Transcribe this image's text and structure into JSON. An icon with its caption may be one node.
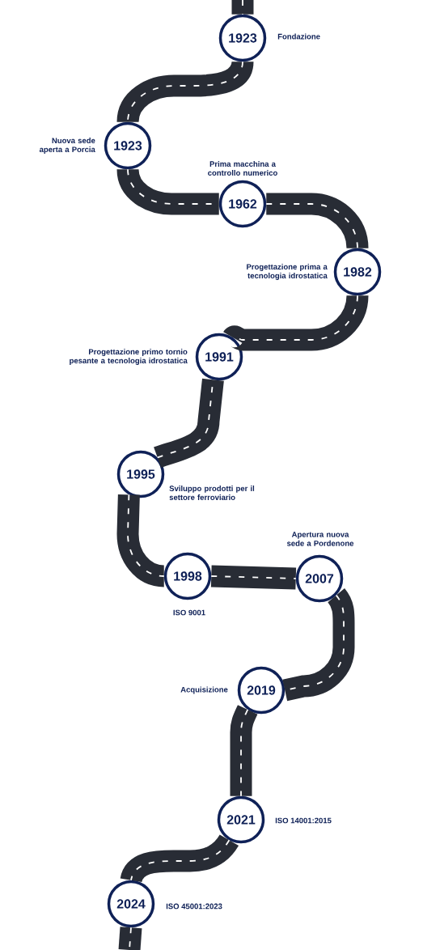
{
  "diagram": {
    "nodes": [
      {
        "text": [
          "1923"
        ],
        "beside": [
          "Fondazione"
        ]
      },
      {
        "text": [
          "1923"
        ],
        "beside": [
          "Nuova sede aperta a Porcia"
        ]
      },
      {
        "text": [
          "1962"
        ],
        "beside": [
          "Prima macchina a controllo numerico"
        ]
      },
      {
        "text": [
          "1982"
        ],
        "beside": [
          "Progettazione prima a tecnologia idrostatica"
        ]
      },
      {
        "text": [
          "1991"
        ],
        "beside": [
          "Progettazione primo tornio pesante a tecnologia idrostatica"
        ]
      },
      {
        "text": [
          "1995"
        ],
        "beside": [
          "Sviluppo prodotti per il settore ferroviario"
        ]
      },
      {
        "text": [
          "1998"
        ],
        "beside": [
          "ISO 9001"
        ]
      },
      {
        "text": [
          "2007"
        ],
        "beside": [
          "Apertura nuova sede a Pordenone"
        ]
      },
      {
        "text": [
          "2019"
        ],
        "beside": [
          "Acquisizione"
        ]
      },
      {
        "text": [
          "2021"
        ],
        "beside": [
          "ISO 14001:2015"
        ]
      },
      {
        "text": [
          "2024"
        ],
        "beside": [
          "ISO 45001:2023"
        ]
      }
    ],
    "edges": [
      {
        "from": null,
        "to": 0,
        "arrow": "none"
      },
      {
        "from": 0,
        "to": 1,
        "arrow": "none"
      },
      {
        "from": 1,
        "to": 2,
        "arrow": "none"
      },
      {
        "from": 2,
        "to": 3,
        "arrow": "none"
      },
      {
        "from": 3,
        "to": 4,
        "arrow": "none"
      },
      {
        "from": 4,
        "to": 5,
        "arrow": "none"
      },
      {
        "from": 5,
        "to": 6,
        "arrow": "none"
      },
      {
        "from": 6,
        "to": 7,
        "arrow": "none"
      },
      {
        "from": 7,
        "to": 8,
        "arrow": "none"
      },
      {
        "from": 8,
        "to": 9,
        "arrow": "none"
      },
      {
        "from": 9,
        "to": 10,
        "arrow": "none"
      },
      {
        "from": 10,
        "to": null,
        "arrow": "none"
      }
    ]
  }
}
